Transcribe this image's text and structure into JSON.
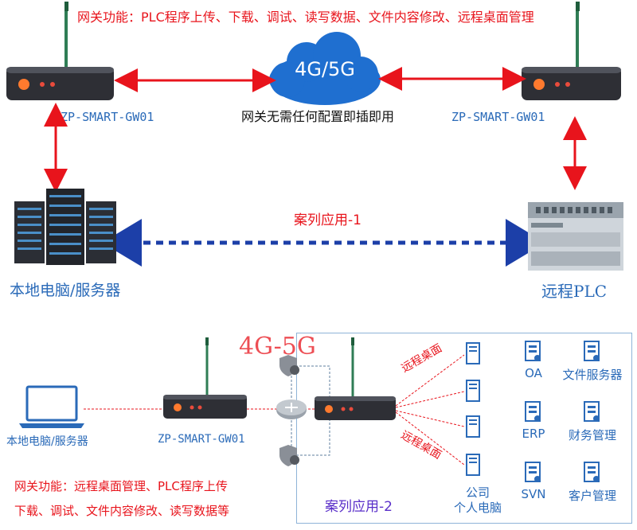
{
  "top": {
    "function_text": "网关功能：PLC程序上传、下载、调试、读写数据、文件内容修改、远程桌面管理",
    "cloud_label": "4G/5G",
    "plug_text": "网关无需任何配置即插即用",
    "gw_left_label": "ZP-SMART-GW01",
    "gw_right_label": "ZP-SMART-GW01",
    "case_label": "案列应用-1",
    "server_label": "本地电脑/服务器",
    "plc_label": "远程PLC"
  },
  "bottom": {
    "network_label": "4G-5G",
    "laptop_label": "本地电脑/服务器",
    "gw_label": "ZP-SMART-GW01",
    "remote_desktop_top": "远程桌面",
    "remote_desktop_bottom": "远程桌面",
    "pc_label_line1": "公司",
    "pc_label_line2": "个人电脑",
    "function_line1": "网关功能：远程桌面管理、PLC程序上传",
    "function_line2": "下载、调试、文件内容修改、读写数据等",
    "case_label": "案列应用-2",
    "services": [
      {
        "label": "OA"
      },
      {
        "label": "文件服务器"
      },
      {
        "label": "ERP"
      },
      {
        "label": "财务管理"
      },
      {
        "label": "SVN"
      },
      {
        "label": "客户管理"
      }
    ]
  },
  "colors": {
    "red": "#e8141c",
    "blue": "#2a6ab8",
    "cloud": "#1f6fd0",
    "dark_blue_dash": "#1c3fa8",
    "gateway_body": "#2e2f35"
  }
}
